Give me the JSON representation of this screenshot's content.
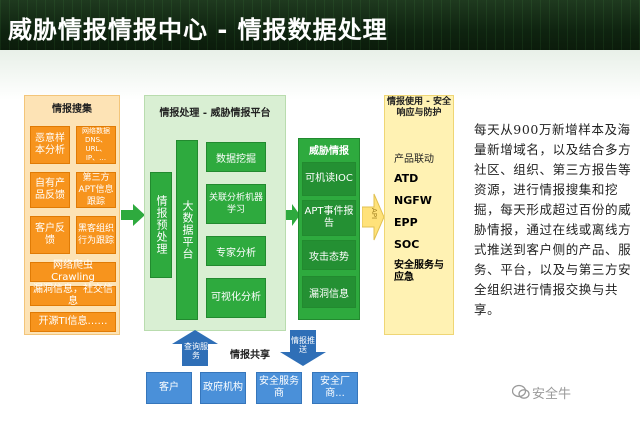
{
  "title": "威胁情报情报中心 - 情报数据处理",
  "collection": {
    "header": "情报搜集",
    "items": [
      "恶意样本分析",
      "网络数据DNS、URL、IP、…",
      "自有产品反馈",
      "第三方APT信息跟踪",
      "客户反馈",
      "黑客组织行为跟踪"
    ],
    "wide_items": [
      "网络爬虫 Crawling",
      "漏洞信息，社交信息",
      "开源TI信息……"
    ]
  },
  "processing": {
    "header": "情报处理 - 威胁情报平台",
    "preprocess": "情报预处理",
    "bigdata": "大数据平台",
    "methods": [
      "数据挖掘",
      "关联分析机器学习",
      "专家分析",
      "可视化分析"
    ]
  },
  "intel": {
    "header": "威胁情报",
    "items": [
      "可机读IOC",
      "APT事件报告",
      "攻击态势",
      "漏洞信息"
    ]
  },
  "usage": {
    "header": "情报使用 - 安全响应与防护",
    "items": [
      "产品联动",
      "ATD",
      "NGFW",
      "EPP",
      "SOC",
      "安全服务与应急"
    ]
  },
  "sharing": {
    "label": "情报共享",
    "query": "查询服务",
    "push": "情报推送",
    "partners": [
      "客户",
      "政府机构",
      "安全服务商",
      "安全厂商..."
    ]
  },
  "arrows": {
    "api": "API"
  },
  "paragraph": "每天从900万新增样本及海量新增域名，以及结合多方社区、组织、第三方报告等资源，进行情报搜集和挖掘，每天形成超过百份的威胁情报，通过在线或离线方式推送到客户侧的产品、服务、平台，以及与第三方安全组织进行情报交换与共享。",
  "watermark": "安全牛"
}
